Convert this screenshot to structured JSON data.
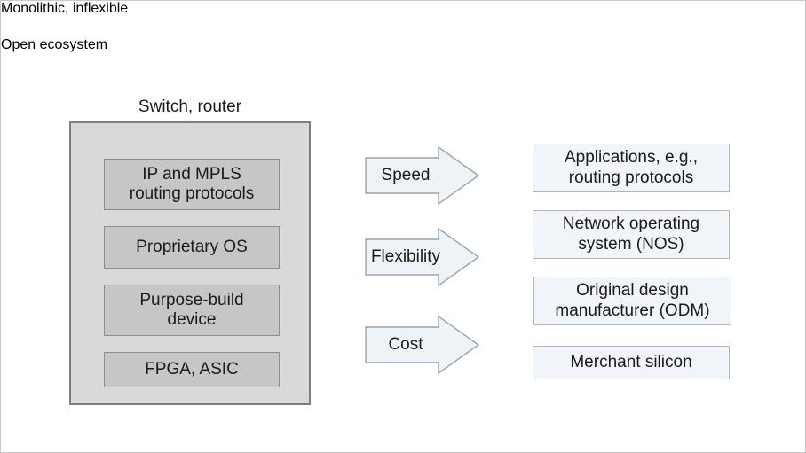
{
  "colors": {
    "header_blue": "#3a91d3",
    "panel_gray": "#d9d9d9",
    "panel_border": "#7f7f7f",
    "box_gray": "#c6c6c6",
    "box_gray_border": "#8c8c8c",
    "eco_box_fill": "#f1f5f9",
    "eco_box_border": "#aeb6bd",
    "arrow_fill": "#eef3f8",
    "arrow_border": "#9aa4ad",
    "text": "#1a1a1a",
    "canvas_border": "#c9c9c9"
  },
  "left_column": {
    "header": "Monolithic,  inflexible",
    "caption": "Switch, router",
    "boxes": [
      {
        "line1": "IP and MPLS",
        "line2": "routing protocols"
      },
      {
        "line1": "Proprietary OS",
        "line2": ""
      },
      {
        "line1": "Purpose-build",
        "line2": "device"
      },
      {
        "line1": "FPGA, ASIC",
        "line2": ""
      }
    ]
  },
  "arrows": [
    {
      "label": "Speed"
    },
    {
      "label": "Flexibility"
    },
    {
      "label": "Cost"
    }
  ],
  "right_column": {
    "header": "Open ecosystem",
    "boxes": [
      {
        "line1": "Applications, e.g.,",
        "line2": "routing protocols"
      },
      {
        "line1": "Network operating",
        "line2": "system (NOS)"
      },
      {
        "line1": "Original design",
        "line2": "manufacturer (ODM)"
      },
      {
        "line1": "Merchant silicon",
        "line2": ""
      }
    ]
  }
}
